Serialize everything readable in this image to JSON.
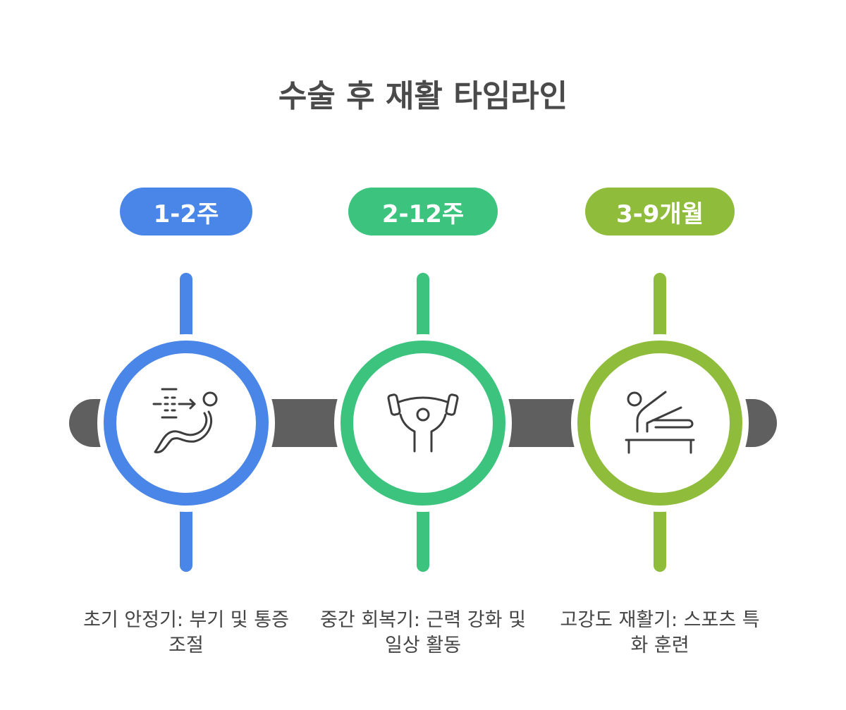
{
  "title": "수술 후 재활 타임라인",
  "colors": {
    "blue": "#4a86e8",
    "green": "#3cc47f",
    "lime": "#8fbc3a",
    "bar": "#5f5f5f"
  },
  "stages": [
    {
      "period": "1-2주",
      "description": "초기 안정기: 부기 및 통증 조절",
      "icon": "recline-exercise-icon"
    },
    {
      "period": "2-12주",
      "description": "중간 회복기: 근력 강화 및 일상 활동",
      "icon": "weightlifting-icon"
    },
    {
      "period": "3-9개월",
      "description": "고강도 재활기: 스포츠 특화 훈련",
      "icon": "pommel-horse-gymnast-icon"
    }
  ]
}
